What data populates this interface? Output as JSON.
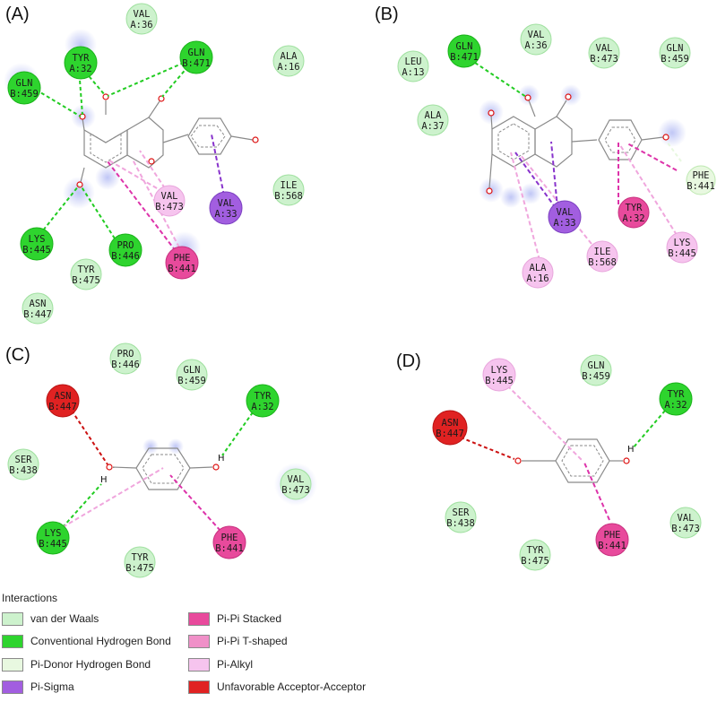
{
  "panel_labels": [
    "(A)",
    "(B)",
    "(C)",
    "(D)"
  ],
  "colors": {
    "vdw": "#cdf2cd",
    "conv_hbond": "#2ed42e",
    "pi_donor": "#e8f8e0",
    "pi_sigma": "#a25ee0",
    "pi_pi_stacked": "#e84a9c",
    "pi_t_shaped": "#f090c8",
    "pi_alkyl": "#f6c4ee",
    "unfavorable": "#e02222",
    "line_hbond": "#22cc22",
    "line_pi": "#dd33aa",
    "line_alkyl": "#f0a6dd",
    "line_unfav": "#cc1111",
    "line_sigma": "#8833cc"
  },
  "panels": {
    "A": [
      {
        "l1": "VAL",
        "l2": "A:36",
        "type": "vdw"
      },
      {
        "l1": "TYR",
        "l2": "A:32",
        "type": "conv_hbond"
      },
      {
        "l1": "GLN",
        "l2": "B:471",
        "type": "conv_hbond"
      },
      {
        "l1": "ALA",
        "l2": "A:16",
        "type": "vdw"
      },
      {
        "l1": "GLN",
        "l2": "B:459",
        "type": "conv_hbond"
      },
      {
        "l1": "ILE",
        "l2": "B:568",
        "type": "vdw"
      },
      {
        "l1": "VAL",
        "l2": "B:473",
        "type": "pi_alkyl"
      },
      {
        "l1": "VAL",
        "l2": "A:33",
        "type": "pi_sigma"
      },
      {
        "l1": "LYS",
        "l2": "B:445",
        "type": "conv_hbond"
      },
      {
        "l1": "PRO",
        "l2": "B:446",
        "type": "conv_hbond"
      },
      {
        "l1": "PHE",
        "l2": "B:441",
        "type": "pi_pi_stacked"
      },
      {
        "l1": "TYR",
        "l2": "B:475",
        "type": "vdw"
      },
      {
        "l1": "ASN",
        "l2": "B:447",
        "type": "vdw"
      }
    ],
    "B": [
      {
        "l1": "GLN",
        "l2": "B:471",
        "type": "conv_hbond"
      },
      {
        "l1": "VAL",
        "l2": "A:36",
        "type": "vdw"
      },
      {
        "l1": "VAL",
        "l2": "B:473",
        "type": "vdw"
      },
      {
        "l1": "GLN",
        "l2": "B:459",
        "type": "vdw"
      },
      {
        "l1": "LEU",
        "l2": "A:13",
        "type": "vdw"
      },
      {
        "l1": "ALA",
        "l2": "A:37",
        "type": "vdw"
      },
      {
        "l1": "PHE",
        "l2": "B:441",
        "type": "pi_donor"
      },
      {
        "l1": "VAL",
        "l2": "A:33",
        "type": "pi_sigma"
      },
      {
        "l1": "TYR",
        "l2": "A:32",
        "type": "pi_pi_stacked"
      },
      {
        "l1": "ILE",
        "l2": "B:568",
        "type": "pi_alkyl"
      },
      {
        "l1": "LYS",
        "l2": "B:445",
        "type": "pi_alkyl"
      },
      {
        "l1": "ALA",
        "l2": "A:16",
        "type": "pi_alkyl"
      }
    ],
    "C": [
      {
        "l1": "PRO",
        "l2": "B:446",
        "type": "vdw"
      },
      {
        "l1": "GLN",
        "l2": "B:459",
        "type": "vdw"
      },
      {
        "l1": "ASN",
        "l2": "B:447",
        "type": "unfavorable"
      },
      {
        "l1": "TYR",
        "l2": "A:32",
        "type": "conv_hbond"
      },
      {
        "l1": "SER",
        "l2": "B:438",
        "type": "vdw"
      },
      {
        "l1": "VAL",
        "l2": "B:473",
        "type": "vdw"
      },
      {
        "l1": "LYS",
        "l2": "B:445",
        "type": "conv_hbond"
      },
      {
        "l1": "PHE",
        "l2": "B:441",
        "type": "pi_pi_stacked"
      },
      {
        "l1": "TYR",
        "l2": "B:475",
        "type": "vdw"
      }
    ],
    "D": [
      {
        "l1": "LYS",
        "l2": "B:445",
        "type": "pi_alkyl"
      },
      {
        "l1": "GLN",
        "l2": "B:459",
        "type": "vdw"
      },
      {
        "l1": "TYR",
        "l2": "A:32",
        "type": "conv_hbond"
      },
      {
        "l1": "ASN",
        "l2": "B:447",
        "type": "unfavorable"
      },
      {
        "l1": "SER",
        "l2": "B:438",
        "type": "vdw"
      },
      {
        "l1": "VAL",
        "l2": "B:473",
        "type": "vdw"
      },
      {
        "l1": "TYR",
        "l2": "B:475",
        "type": "vdw"
      },
      {
        "l1": "PHE",
        "l2": "B:441",
        "type": "pi_pi_stacked"
      }
    ]
  },
  "hydrogen_label": "H",
  "legend": {
    "title": "Interactions",
    "items": [
      {
        "label": "van der Waals",
        "type": "vdw"
      },
      {
        "label": "Conventional Hydrogen Bond",
        "type": "conv_hbond"
      },
      {
        "label": "Pi-Donor Hydrogen Bond",
        "type": "pi_donor"
      },
      {
        "label": "Pi-Sigma",
        "type": "pi_sigma"
      },
      {
        "label": "Pi-Pi Stacked",
        "type": "pi_pi_stacked"
      },
      {
        "label": "Pi-Pi T-shaped",
        "type": "pi_t_shaped"
      },
      {
        "label": "Pi-Alkyl",
        "type": "pi_alkyl"
      },
      {
        "label": "Unfavorable Acceptor-Acceptor",
        "type": "unfavorable"
      }
    ]
  }
}
